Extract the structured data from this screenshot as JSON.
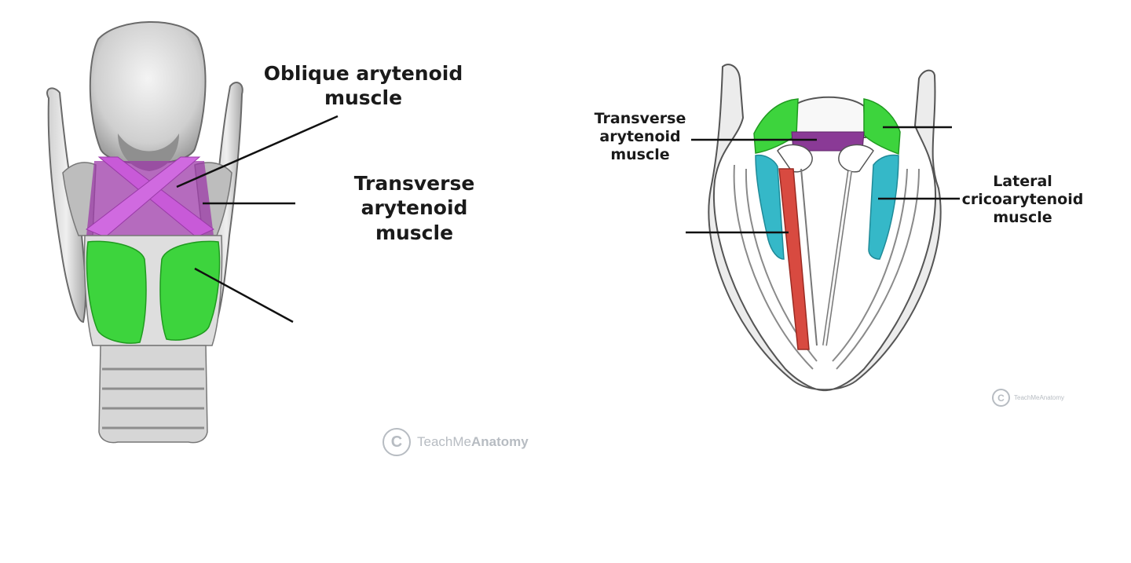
{
  "left_panel": {
    "labels": {
      "oblique_arytenoid": [
        "Oblique arytenoid",
        "muscle"
      ],
      "transverse_arytenoid": [
        "Transverse arytenoid",
        "muscle"
      ]
    },
    "watermark": {
      "symbol": "C",
      "text_regular": "TeachMe",
      "text_bold": "Anatomy"
    }
  },
  "right_panel": {
    "labels": {
      "transverse_arytenoid": [
        "Transverse",
        "arytenoid",
        "muscle"
      ],
      "lateral_cricoarytenoid": [
        "Lateral",
        "cricoarytenoid",
        "muscle"
      ]
    },
    "watermark": {
      "symbol": "C",
      "text": "TeachMeAnatomy"
    }
  },
  "colors": {
    "oblique_arytenoid": "#c85ad8",
    "transverse_arytenoid": "#8a3a96",
    "posterior_cricoarytenoid": "#3dd43d",
    "lateral_cricoarytenoid": "#35b8c8",
    "thyroarytenoid": "#d84a40",
    "cartilage": "#e6e6e6",
    "outline": "#6a6a6a",
    "leader_line": "#111111"
  }
}
